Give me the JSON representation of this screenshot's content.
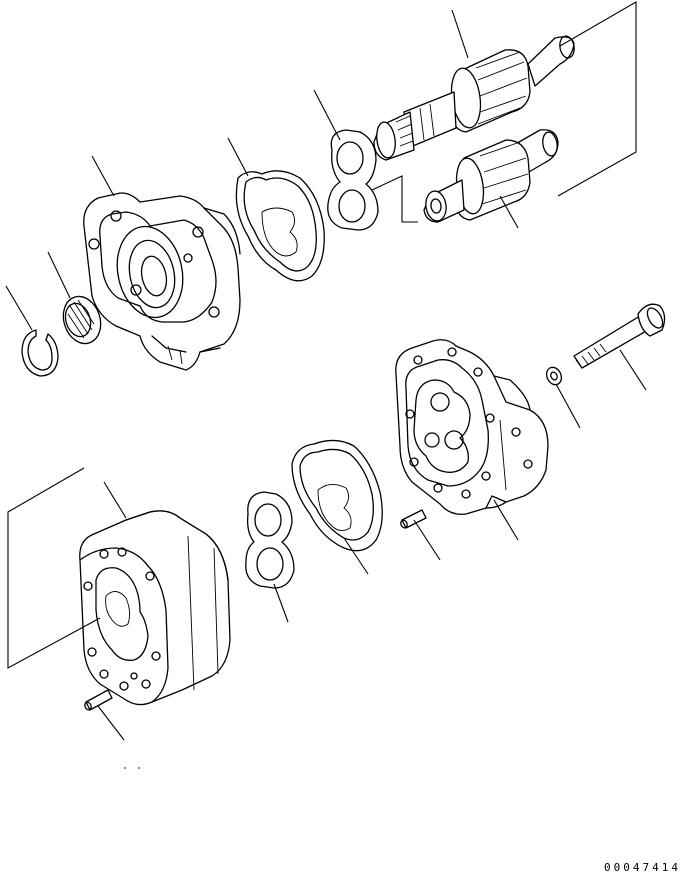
{
  "figure": {
    "code": "00047414"
  },
  "style": {
    "line_color": "#000000",
    "background": "#ffffff"
  },
  "parts": [
    {
      "name": "drive-gear-shaft",
      "kind": "gear shaft"
    },
    {
      "name": "driven-gear-shaft",
      "kind": "gear shaft"
    },
    {
      "name": "bushing-pair-upper",
      "kind": "bushing"
    },
    {
      "name": "gasket-upper",
      "kind": "gasket"
    },
    {
      "name": "front-cover",
      "kind": "cover"
    },
    {
      "name": "oil-seal",
      "kind": "seal"
    },
    {
      "name": "snap-ring",
      "kind": "snap ring"
    },
    {
      "name": "bolt",
      "kind": "bolt"
    },
    {
      "name": "washer",
      "kind": "washer"
    },
    {
      "name": "rear-cover",
      "kind": "cover"
    },
    {
      "name": "dowel-pin-right",
      "kind": "pin"
    },
    {
      "name": "gasket-lower",
      "kind": "gasket"
    },
    {
      "name": "bushing-pair-lower",
      "kind": "bushing"
    },
    {
      "name": "gear-case",
      "kind": "case"
    },
    {
      "name": "dowel-pin-left",
      "kind": "pin"
    }
  ]
}
